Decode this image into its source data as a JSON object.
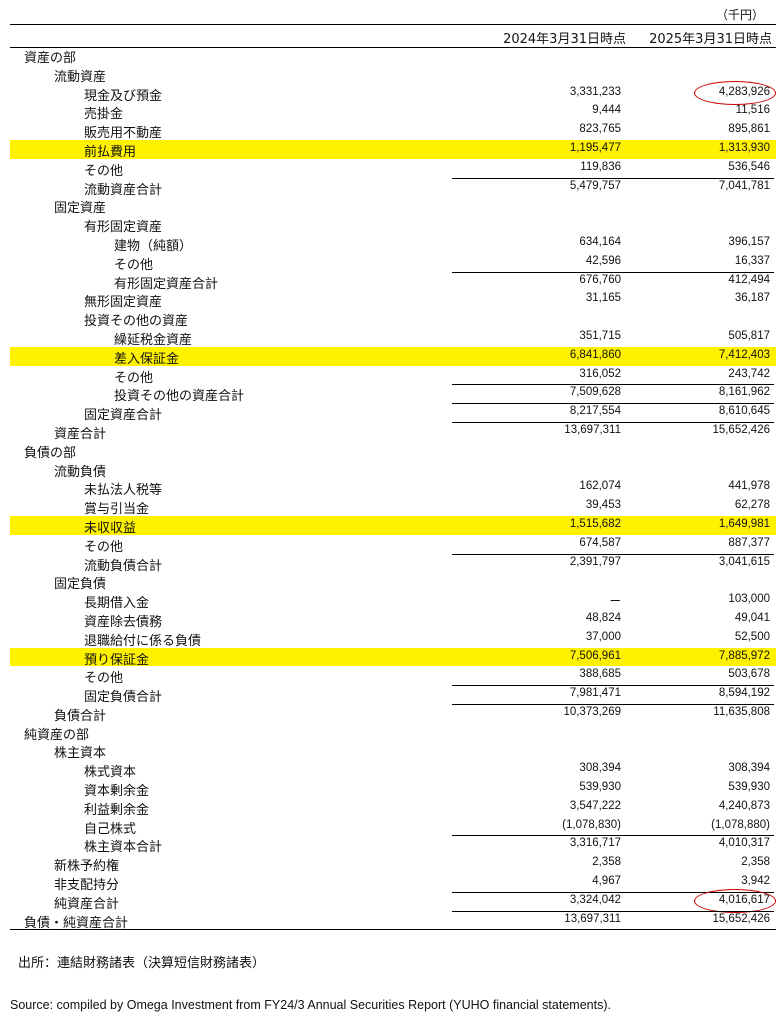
{
  "unit": "（千円）",
  "columns": [
    "2024年3月31日時点",
    "2025年3月31日時点"
  ],
  "rows": [
    {
      "label": "資産の部",
      "indent": 1,
      "v1": "",
      "v2": ""
    },
    {
      "label": "流動資産",
      "indent": 2,
      "v1": "",
      "v2": ""
    },
    {
      "label": "現金及び預金",
      "indent": 3,
      "v1": "3,331,233",
      "v2": "4,283,926",
      "circle": true
    },
    {
      "label": "売掛金",
      "indent": 3,
      "v1": "9,444",
      "v2": "11,516"
    },
    {
      "label": "販売用不動産",
      "indent": 3,
      "v1": "823,765",
      "v2": "895,861"
    },
    {
      "label": "前払費用",
      "indent": 3,
      "v1": "1,195,477",
      "v2": "1,313,930",
      "highlight": true
    },
    {
      "label": "その他",
      "indent": 3,
      "v1": "119,836",
      "v2": "536,546"
    },
    {
      "label": "流動資産合計",
      "indent": 3,
      "v1": "5,479,757",
      "v2": "7,041,781",
      "total": true
    },
    {
      "label": "固定資産",
      "indent": 2,
      "v1": "",
      "v2": ""
    },
    {
      "label": "有形固定資産",
      "indent": 3,
      "v1": "",
      "v2": ""
    },
    {
      "label": "建物（純額）",
      "indent": 4,
      "v1": "634,164",
      "v2": "396,157"
    },
    {
      "label": "その他",
      "indent": 4,
      "v1": "42,596",
      "v2": "16,337"
    },
    {
      "label": "有形固定資産合計",
      "indent": 4,
      "v1": "676,760",
      "v2": "412,494",
      "total": true
    },
    {
      "label": "無形固定資産",
      "indent": 3,
      "v1": "31,165",
      "v2": "36,187"
    },
    {
      "label": "投資その他の資産",
      "indent": 3,
      "v1": "",
      "v2": ""
    },
    {
      "label": "繰延税金資産",
      "indent": 4,
      "v1": "351,715",
      "v2": "505,817"
    },
    {
      "label": "差入保証金",
      "indent": 4,
      "v1": "6,841,860",
      "v2": "7,412,403",
      "highlight": true
    },
    {
      "label": "その他",
      "indent": 4,
      "v1": "316,052",
      "v2": "243,742"
    },
    {
      "label": "投資その他の資産合計",
      "indent": 4,
      "v1": "7,509,628",
      "v2": "8,161,962",
      "total": true
    },
    {
      "label": "固定資産合計",
      "indent": 3,
      "v1": "8,217,554",
      "v2": "8,610,645",
      "total": true
    },
    {
      "label": "資産合計",
      "indent": 2,
      "v1": "13,697,311",
      "v2": "15,652,426",
      "total": true
    },
    {
      "label": "負債の部",
      "indent": 1,
      "v1": "",
      "v2": ""
    },
    {
      "label": "流動負債",
      "indent": 2,
      "v1": "",
      "v2": ""
    },
    {
      "label": "未払法人税等",
      "indent": 3,
      "v1": "162,074",
      "v2": "441,978"
    },
    {
      "label": "賞与引当金",
      "indent": 3,
      "v1": "39,453",
      "v2": "62,278"
    },
    {
      "label": "未収収益",
      "indent": 3,
      "v1": "1,515,682",
      "v2": "1,649,981",
      "highlight": true
    },
    {
      "label": "その他",
      "indent": 3,
      "v1": "674,587",
      "v2": "887,377"
    },
    {
      "label": "流動負債合計",
      "indent": 3,
      "v1": "2,391,797",
      "v2": "3,041,615",
      "total": true
    },
    {
      "label": "固定負債",
      "indent": 2,
      "v1": "",
      "v2": ""
    },
    {
      "label": "長期借入金",
      "indent": 3,
      "v1": "ー",
      "v2": "103,000"
    },
    {
      "label": "資産除去債務",
      "indent": 3,
      "v1": "48,824",
      "v2": "49,041"
    },
    {
      "label": "退職給付に係る負債",
      "indent": 3,
      "v1": "37,000",
      "v2": "52,500"
    },
    {
      "label": "預り保証金",
      "indent": 3,
      "v1": "7,506,961",
      "v2": "7,885,972",
      "highlight": true
    },
    {
      "label": "その他",
      "indent": 3,
      "v1": "388,685",
      "v2": "503,678"
    },
    {
      "label": "固定負債合計",
      "indent": 3,
      "v1": "7,981,471",
      "v2": "8,594,192",
      "total": true
    },
    {
      "label": "負債合計",
      "indent": 2,
      "v1": "10,373,269",
      "v2": "11,635,808",
      "total": true
    },
    {
      "label": "純資産の部",
      "indent": 1,
      "v1": "",
      "v2": ""
    },
    {
      "label": "株主資本",
      "indent": 2,
      "v1": "",
      "v2": ""
    },
    {
      "label": "株式資本",
      "indent": 3,
      "v1": "308,394",
      "v2": "308,394"
    },
    {
      "label": "資本剰余金",
      "indent": 3,
      "v1": "539,930",
      "v2": "539,930"
    },
    {
      "label": "利益剰余金",
      "indent": 3,
      "v1": "3,547,222",
      "v2": "4,240,873"
    },
    {
      "label": "自己株式",
      "indent": 3,
      "v1": "(1,078,830)",
      "v2": "(1,078,880)"
    },
    {
      "label": "株主資本合計",
      "indent": 3,
      "v1": "3,316,717",
      "v2": "4,010,317",
      "total": true
    },
    {
      "label": "新株予約権",
      "indent": 2,
      "v1": "2,358",
      "v2": "2,358"
    },
    {
      "label": "非支配持分",
      "indent": 2,
      "v1": "4,967",
      "v2": "3,942"
    },
    {
      "label": "純資産合計",
      "indent": 2,
      "v1": "3,324,042",
      "v2": "4,016,617",
      "total": true,
      "circle": true
    },
    {
      "label": "負債・純資産合計",
      "indent": 1,
      "v1": "13,697,311",
      "v2": "15,652,426",
      "total": true,
      "last": true
    }
  ],
  "note": "出所：連結財務諸表（決算短信財務諸表）",
  "source": "Source: compiled by Omega Investment from FY24/3 Annual Securities Report (YUHO financial statements).",
  "colors": {
    "highlight": "#fff200",
    "circle": "#c00000"
  }
}
